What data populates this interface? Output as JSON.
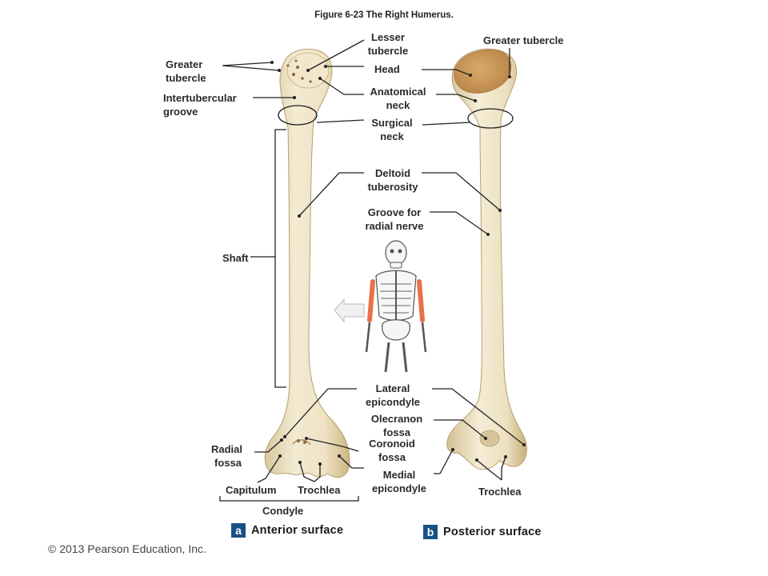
{
  "figure_title": "Figure 6-23  The Right Humerus.",
  "copyright": "© 2013 Pearson Education, Inc.",
  "panels": {
    "a": {
      "badge": "a",
      "label": "Anterior surface"
    },
    "b": {
      "badge": "b",
      "label": "Posterior surface"
    }
  },
  "labels": {
    "greater_tubercle_left_1": "Greater",
    "greater_tubercle_left_2": "tubercle",
    "intertubercular_1": "Intertubercular",
    "intertubercular_2": "groove",
    "lesser_tubercle_1": "Lesser",
    "lesser_tubercle_2": "tubercle",
    "head": "Head",
    "anatomical_neck_1": "Anatomical",
    "anatomical_neck_2": "neck",
    "surgical_neck_1": "Surgical",
    "surgical_neck_2": "neck",
    "deltoid_tuberosity_1": "Deltoid",
    "deltoid_tuberosity_2": "tuberosity",
    "groove_radial_1": "Groove for",
    "groove_radial_2": "radial nerve",
    "greater_tubercle_right": "Greater tubercle",
    "shaft": "Shaft",
    "lateral_epicondyle_1": "Lateral",
    "lateral_epicondyle_2": "epicondyle",
    "olecranon_fossa_1": "Olecranon",
    "olecranon_fossa_2": "fossa",
    "coronoid_fossa_1": "Coronoid",
    "coronoid_fossa_2": "fossa",
    "medial_epicondyle_1": "Medial",
    "medial_epicondyle_2": "epicondyle",
    "radial_fossa_1": "Radial",
    "radial_fossa_2": "fossa",
    "capitulum": "Capitulum",
    "trochlea_left": "Trochlea",
    "trochlea_right": "Trochlea",
    "condyle": "Condyle"
  },
  "colors": {
    "bone_fill": "#efe3c4",
    "bone_shade": "#d9c494",
    "bone_head": "#c9944f",
    "highlight_bone": "#e8704a",
    "panel_badge": "#1a4f86",
    "leader": "#222222"
  }
}
